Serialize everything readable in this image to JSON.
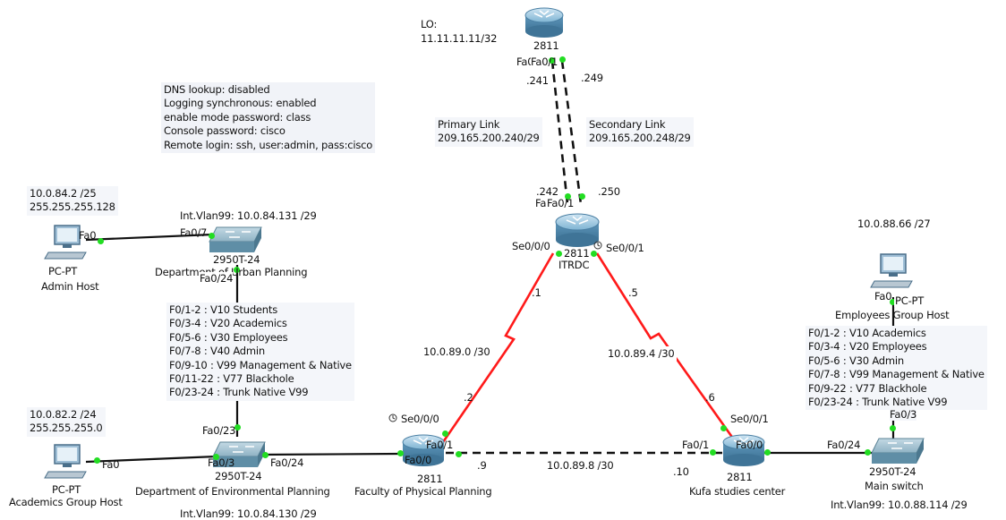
{
  "core": {
    "label": "2811",
    "lo_title": "LO:",
    "lo_ip": "11.11.11.11/32",
    "port_a": "Fa0/0",
    "port_b": "Fa0/1",
    "ip_a": ".241",
    "ip_b": ".249"
  },
  "primary_link": {
    "title": "Primary Link",
    "subnet": "209.165.200.240/29"
  },
  "secondary_link": {
    "title": "Secondary Link",
    "subnet": "209.165.200.248/29"
  },
  "itrdc": {
    "model": "2811",
    "name": "ITRDC",
    "port_a": "Fa0/0",
    "port_b": "Fa0/1",
    "ip_a": ".242",
    "ip_b": ".250",
    "se_left": "Se0/0/0",
    "se_right": "Se0/0/1",
    "ip_left": ".1",
    "ip_right": ".5"
  },
  "config": [
    "DNS lookup: disabled",
    "Logging synchronous: enabled",
    "enable mode password: class",
    "Console password: cisco",
    "Remote login: ssh, user:admin, pass:cisco"
  ],
  "admin_host": {
    "type": "PC-PT",
    "name": "Admin Host",
    "ip": "10.0.84.2 /25",
    "mask": "255.255.255.128",
    "port": "Fa0"
  },
  "urban_switch": {
    "model": "2950T-24",
    "name": "Department of Urban Planning",
    "vlan": "Int.Vlan99: 10.0.84.131 /29",
    "port_pc": "Fa0/7",
    "port_down": "Fa0/24"
  },
  "vlan_left": [
    "F0/1-2 : V10 Students",
    "F0/3-4 : V20 Academics",
    "F0/5-6 : V30 Employees",
    "F0/7-8 : V40 Admin",
    "F0/9-10 : V99 Management & Native",
    "F0/11-22 : V77 Blackhole",
    "F0/23-24 : Trunk Native V99"
  ],
  "academics_host": {
    "type": "PC-PT",
    "name": "Academics Group Host",
    "ip": "10.0.82.2 /24",
    "mask": "255.255.255.0",
    "port": "Fa0"
  },
  "env_switch": {
    "model": "2950T-24",
    "name": "Department of Environmental Planning",
    "vlan": "Int.Vlan99: 10.0.84.130 /29",
    "port_up": "Fa0/23",
    "port_pc": "Fa0/3",
    "port_router": "Fa0/24"
  },
  "phys_router": {
    "model": "2811",
    "name": "Faculty of Physical Planning",
    "se": "Se0/0/0",
    "port_a": "Fa0/1",
    "port_b": "Fa0/0",
    "ip_se": ".2",
    "ip_fa": ".9"
  },
  "kufa_router": {
    "model": "2811",
    "name": "Kufa studies center",
    "se": "Se0/0/1",
    "port_a": "Fa0/1",
    "port_b": "Fa0/0",
    "ip_se": ".6",
    "ip_fa": ".10"
  },
  "subnets": {
    "left_serial": "10.0.89.0 /30",
    "right_serial": "10.0.89.4 /30",
    "bottom": "10.0.89.8 /30"
  },
  "employees_host": {
    "type": "PC-PT",
    "name": "Employees Group Host",
    "ip": "10.0.88.66 /27",
    "port": "Fa0"
  },
  "vlan_right": [
    "F0/1-2 : V10 Academics",
    "F0/3-4 : V20 Employees",
    "F0/5-6 : V30 Admin",
    "F0/7-8 : V99 Management & Native",
    "F0/9-22 : V77 Blackhole",
    "F0/23-24 : Trunk Native V99"
  ],
  "main_switch": {
    "model": "2950T-24",
    "name": "Main switch",
    "vlan": "Int.Vlan99: 10.0.88.114 /29",
    "port_up": "Fa0/3",
    "port_router": "Fa0/24"
  },
  "colors": {
    "serial_link": "#ff1a1a",
    "ethernet_link": "#111111",
    "port_up": "#22dd22",
    "label_bg": "#f4f6fa",
    "router_body": "#6fa8c8",
    "switch_body": "#7ea6b8"
  }
}
